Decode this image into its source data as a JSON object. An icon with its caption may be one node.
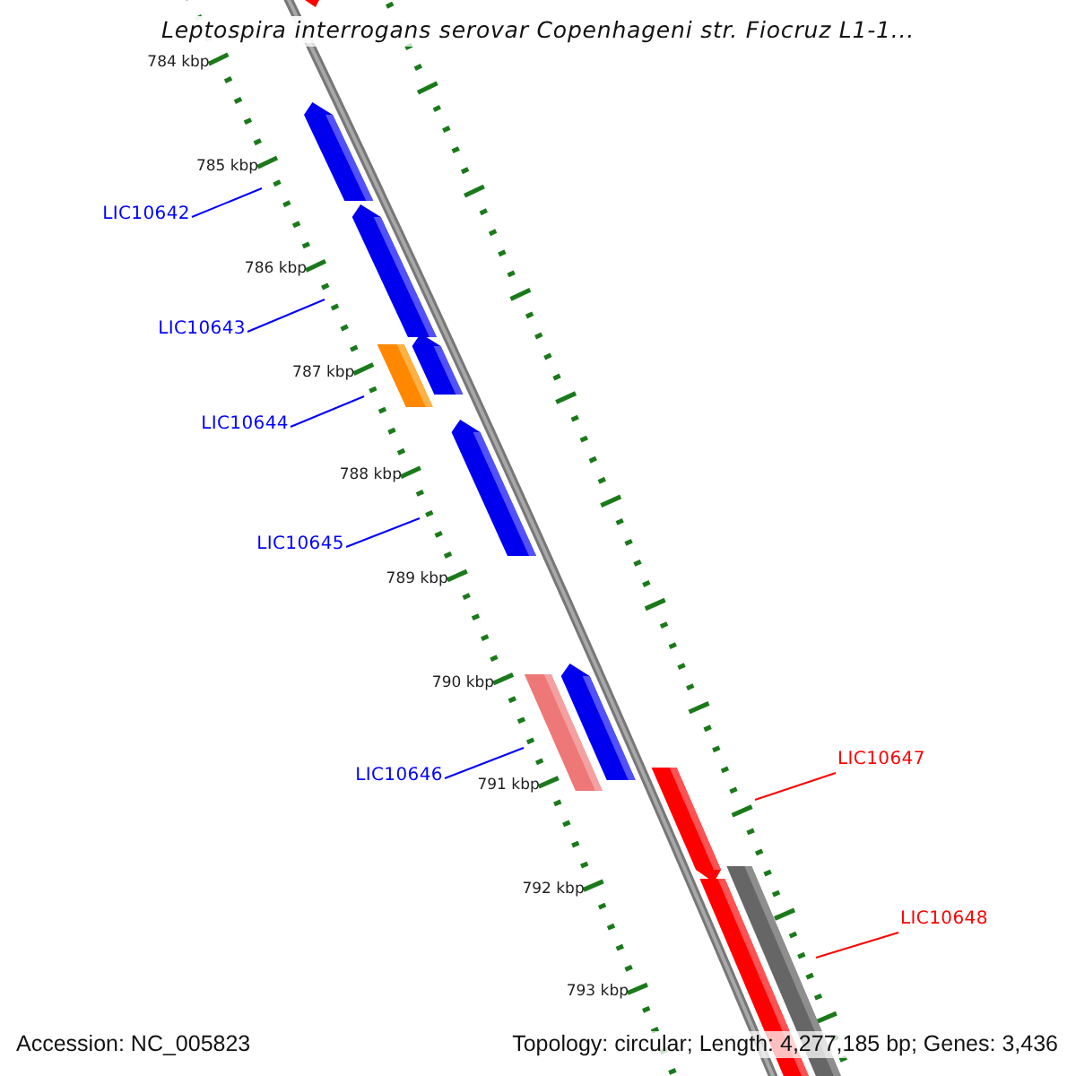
{
  "diagram": {
    "title": "Leptospira interrogans serovar Copenhageni str. Fiocruz L1-1...",
    "nodes": [
      {
        "text": [
          "LIC10642"
        ]
      },
      {
        "text": [
          "LIC10643"
        ]
      },
      {
        "text": [
          "LIC10644"
        ]
      },
      {
        "text": [
          "LIC10645"
        ]
      },
      {
        "text": [
          "LIC10646"
        ]
      },
      {
        "text": [
          "LIC10647"
        ]
      },
      {
        "text": [
          "LIC10648"
        ]
      }
    ],
    "edges": [
      {
        "from": 0,
        "to": null,
        "arrow": "none"
      },
      {
        "from": 1,
        "to": null,
        "arrow": "none"
      },
      {
        "from": 2,
        "to": null,
        "arrow": "none"
      },
      {
        "from": 3,
        "to": null,
        "arrow": "none"
      },
      {
        "from": 4,
        "to": null,
        "arrow": "none"
      },
      {
        "from": 5,
        "to": null,
        "arrow": "none",
        "color": "#ff0000"
      },
      {
        "from": 6,
        "to": null,
        "arrow": "none",
        "color": "#ff0000"
      }
    ],
    "labels": [
      "784 kbp",
      "785 kbp",
      "786 kbp",
      "787 kbp",
      "788 kbp",
      "789 kbp",
      "790 kbp",
      "791 kbp",
      "792 kbp",
      "793 kbp",
      "Accession: NC_005823",
      "Topology: circular; Length: 4,277,185 bp; Genes: 3,436"
    ]
  }
}
